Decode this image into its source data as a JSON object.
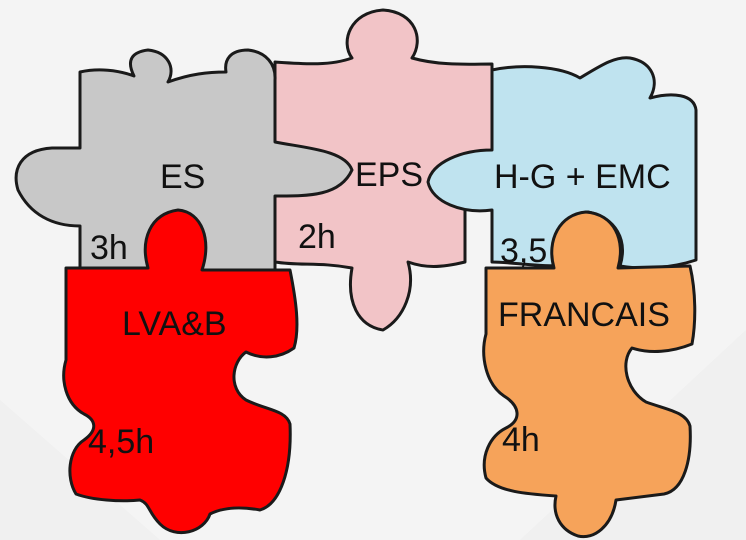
{
  "colors": {
    "background": "#f4f4f4",
    "es": "#c8c8c8",
    "eps": "#f2c4c7",
    "hg": "#bfe3ef",
    "lva": "#ff0000",
    "fr": "#f6a35a"
  },
  "pieces": {
    "es": {
      "subject": "ES",
      "hours": "3h"
    },
    "eps": {
      "subject": "EPS",
      "hours": "2h"
    },
    "hg": {
      "subject": "H-G + EMC",
      "hours": "3,5"
    },
    "lva": {
      "subject": "LVA&B",
      "hours": "4,5h"
    },
    "fr": {
      "subject": "FRANCAIS",
      "hours": "4h"
    }
  }
}
